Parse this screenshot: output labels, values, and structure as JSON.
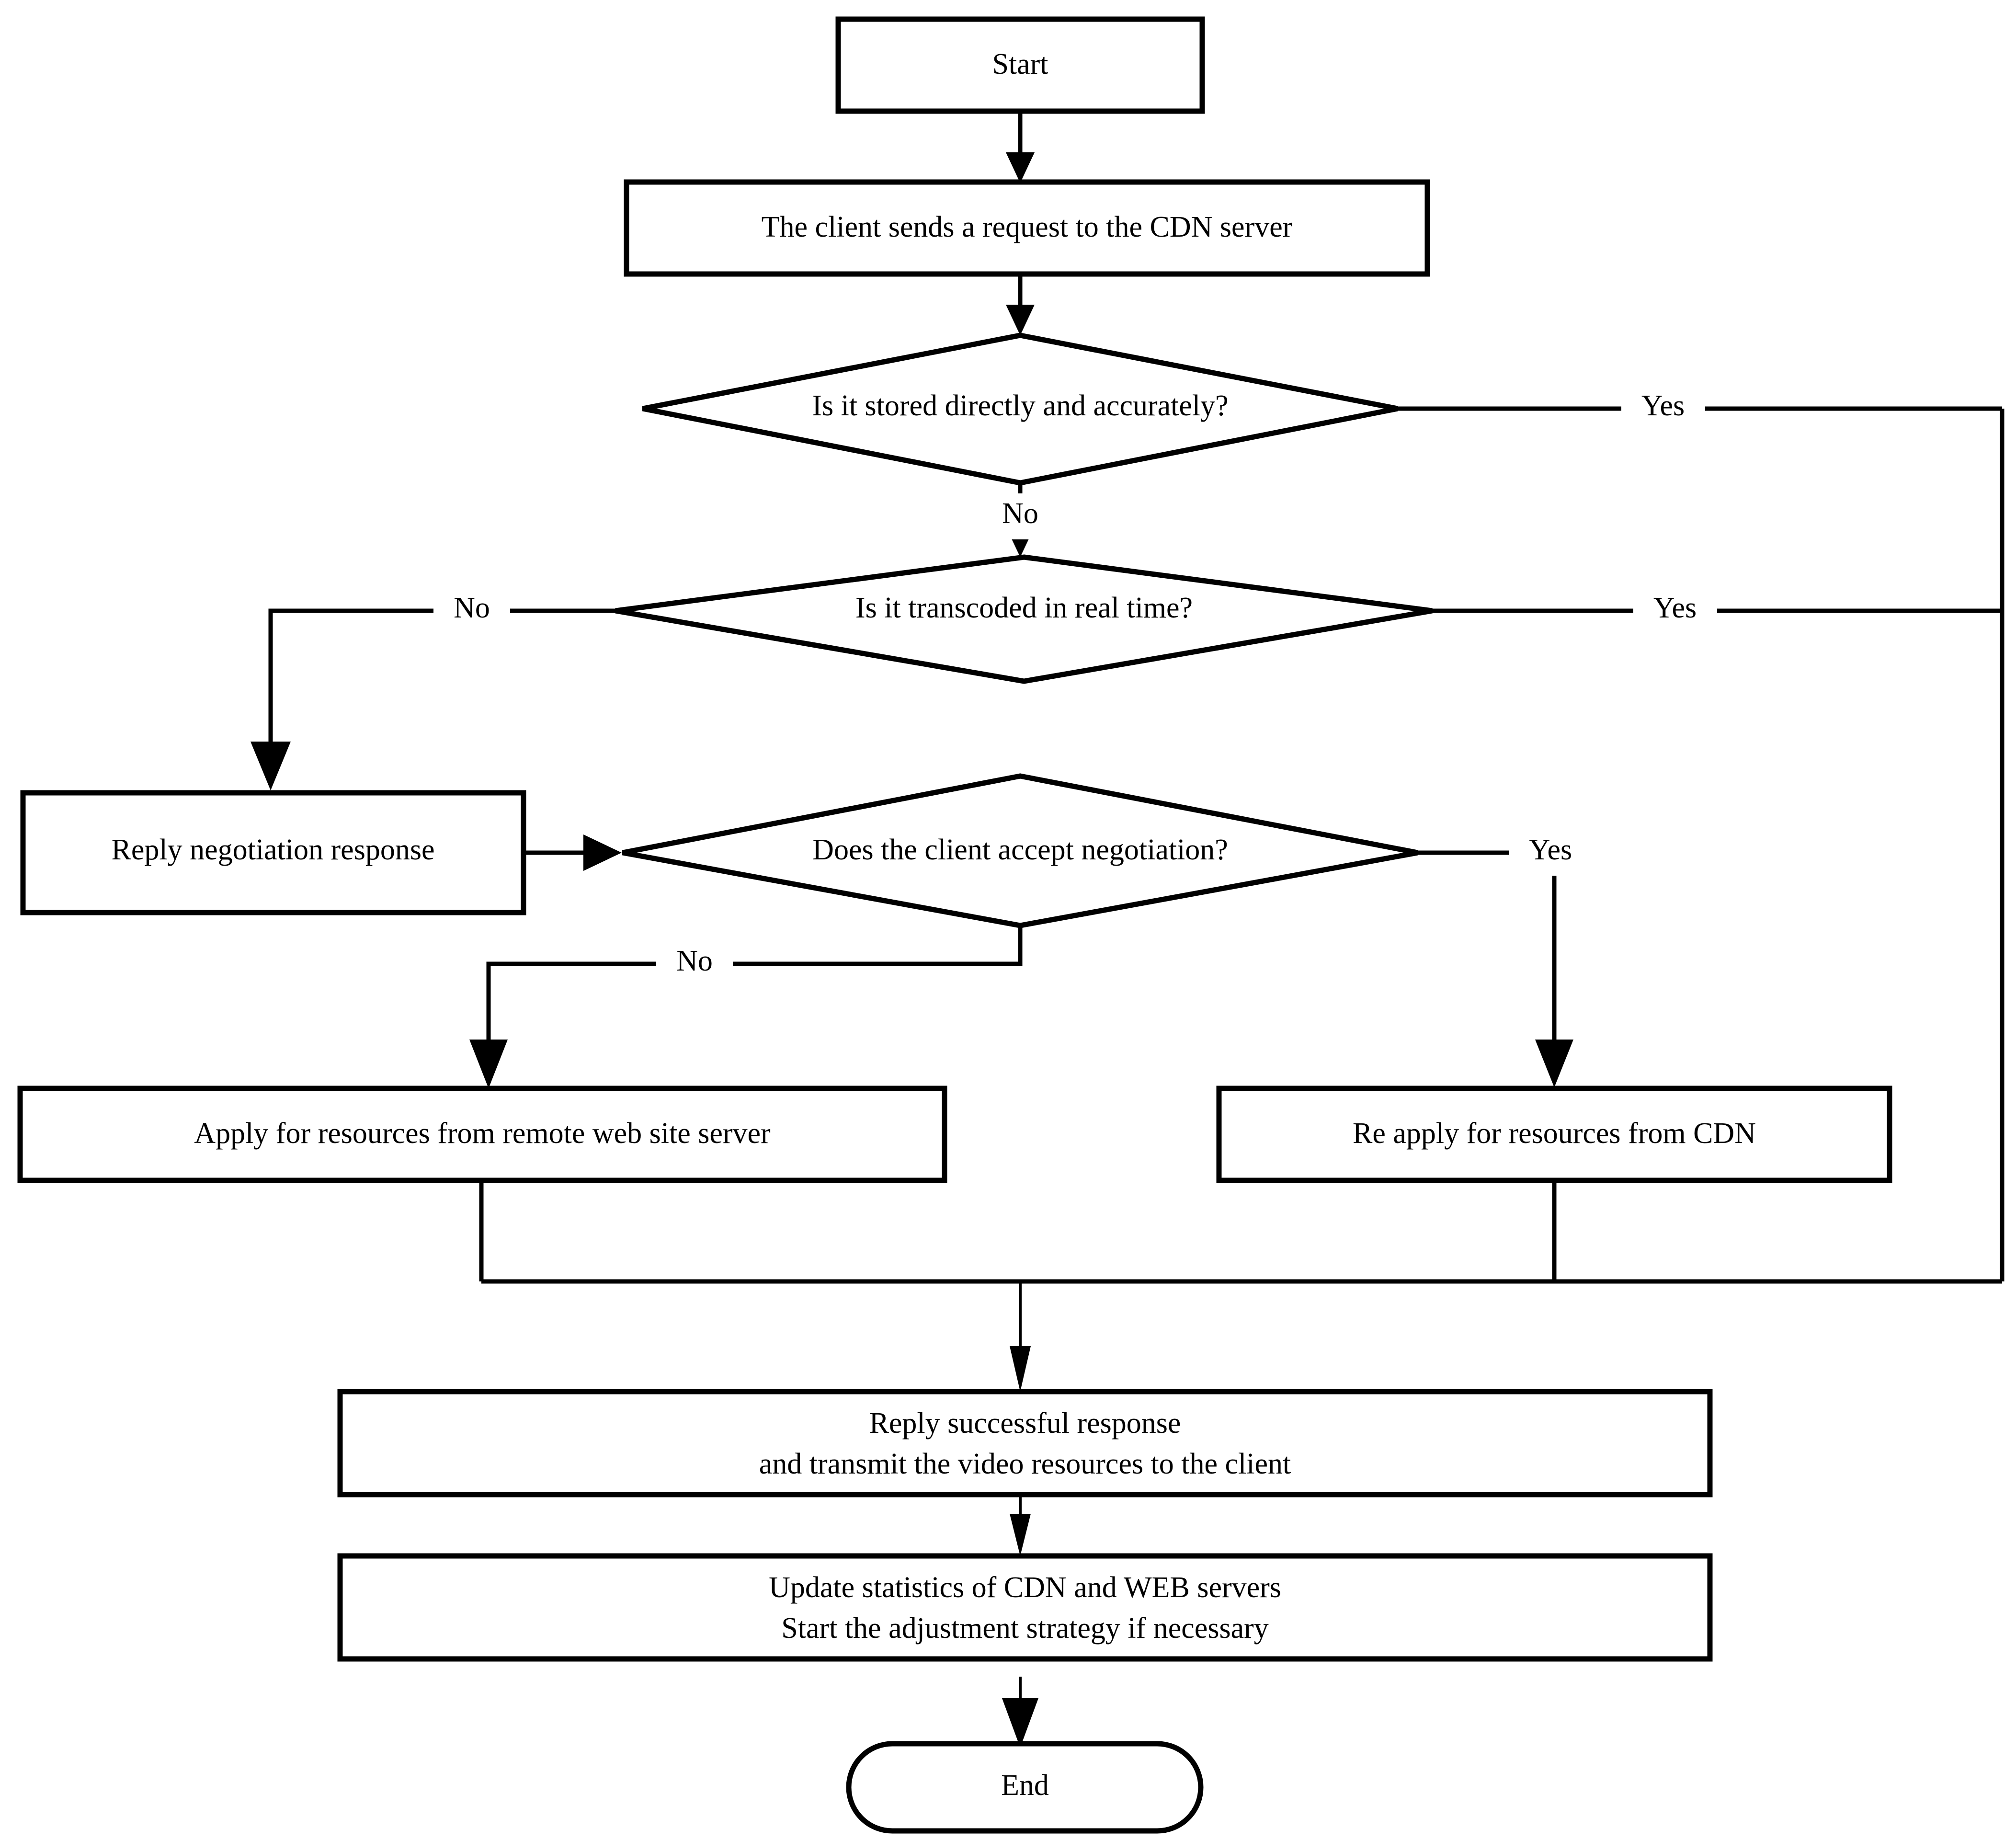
{
  "diagram": {
    "type": "flowchart",
    "title": "CDN video resource request handling flowchart",
    "background_color": "#ffffff",
    "line_color": "#000000",
    "text_color": "#000000",
    "nodes": [
      {
        "id": "start",
        "shape": "rectangle",
        "label": "Start"
      },
      {
        "id": "send_request",
        "shape": "rectangle",
        "label": "The client sends a request to the CDN server"
      },
      {
        "id": "stored",
        "shape": "diamond",
        "label": "Is it stored directly and accurately?"
      },
      {
        "id": "transcoded",
        "shape": "diamond",
        "label": "Is it transcoded in real time?"
      },
      {
        "id": "reply_nego",
        "shape": "rectangle",
        "label": "Reply negotiation response"
      },
      {
        "id": "accept_nego",
        "shape": "diamond",
        "label": "Does the client accept negotiation?"
      },
      {
        "id": "apply_remote",
        "shape": "rectangle",
        "label": "Apply for resources from remote web site server"
      },
      {
        "id": "reapply_cdn",
        "shape": "rectangle",
        "label": "Re apply for resources from CDN"
      },
      {
        "id": "reply_success",
        "shape": "rectangle",
        "label_line1": "Reply successful response",
        "label_line2": "and transmit the video resources to the client"
      },
      {
        "id": "update_stats",
        "shape": "rectangle",
        "label_line1": "Update statistics of CDN and WEB servers",
        "label_line2": "Start the adjustment strategy if necessary"
      },
      {
        "id": "end",
        "shape": "stadium",
        "label": "End"
      }
    ],
    "edge_labels": {
      "stored_yes": "Yes",
      "stored_no": "No",
      "transcoded_yes": "Yes",
      "transcoded_no": "No",
      "accept_yes": "Yes",
      "accept_no": "No"
    }
  }
}
